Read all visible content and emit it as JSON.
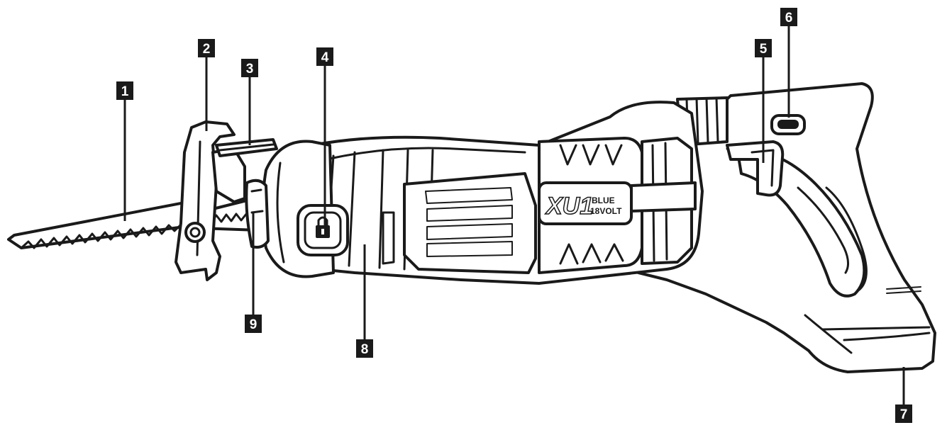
{
  "callouts": [
    {
      "label": "1"
    },
    {
      "label": "2"
    },
    {
      "label": "3"
    },
    {
      "label": "4"
    },
    {
      "label": "5"
    },
    {
      "label": "6"
    },
    {
      "label": "7"
    },
    {
      "label": "8"
    },
    {
      "label": "9"
    }
  ],
  "branding": {
    "model": "XU1",
    "series": "BLUE",
    "voltage": "18VOLT"
  },
  "colors": {
    "ink": "#1a1a1a",
    "paper": "#ffffff"
  },
  "icons": [
    "lock-icon"
  ]
}
